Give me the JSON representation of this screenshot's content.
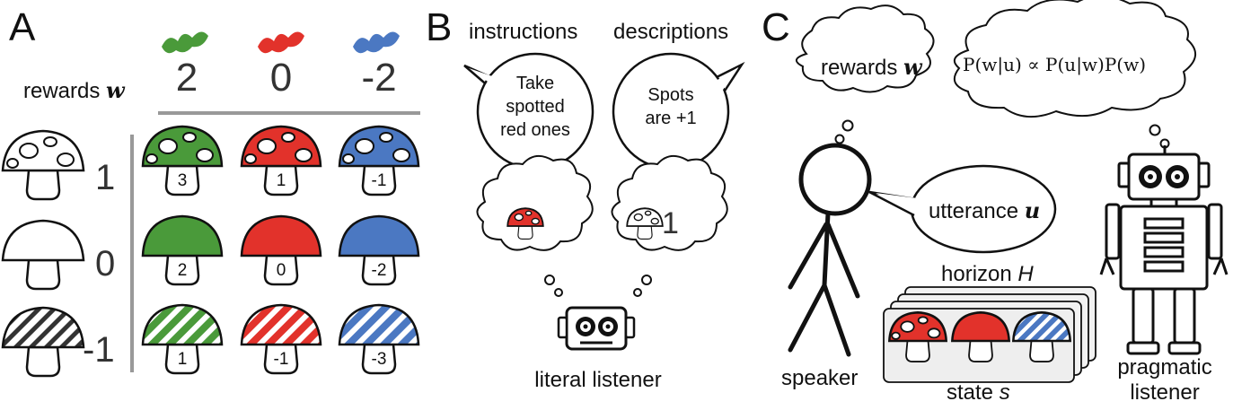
{
  "panels": {
    "a": "A",
    "b": "B",
    "c": "C"
  },
  "panel_a": {
    "rewards_label": "rewards",
    "w_symbol": "w",
    "color_rewards": [
      "2",
      "0",
      "-2"
    ],
    "row_rewards": [
      "1",
      "0",
      "-1"
    ],
    "cells": [
      [
        "3",
        "1",
        "-1"
      ],
      [
        "2",
        "0",
        "-2"
      ],
      [
        "1",
        "-1",
        "-3"
      ]
    ],
    "colors": {
      "green": "#4a9a3a",
      "red": "#e2322b",
      "blue": "#4b78c2"
    }
  },
  "panel_b": {
    "instructions_heading": "instructions",
    "descriptions_heading": "descriptions",
    "instruction_text": [
      "Take",
      "spotted",
      "red ones"
    ],
    "description_text": [
      "Spots",
      "are +1"
    ],
    "thought_value": "1",
    "caption": "literal listener"
  },
  "panel_c": {
    "rewards_thought": "rewards",
    "w_symbol": "w",
    "posterior": "P(w|u) ∝ P(u|w)P(w)",
    "utterance_label": "utterance",
    "u_symbol": "u",
    "horizon_label": "horizon",
    "horizon_symbol": "H",
    "state_label": "state",
    "state_symbol": "s",
    "speaker_label": "speaker",
    "pragmatic_label": [
      "pragmatic",
      "listener"
    ]
  }
}
